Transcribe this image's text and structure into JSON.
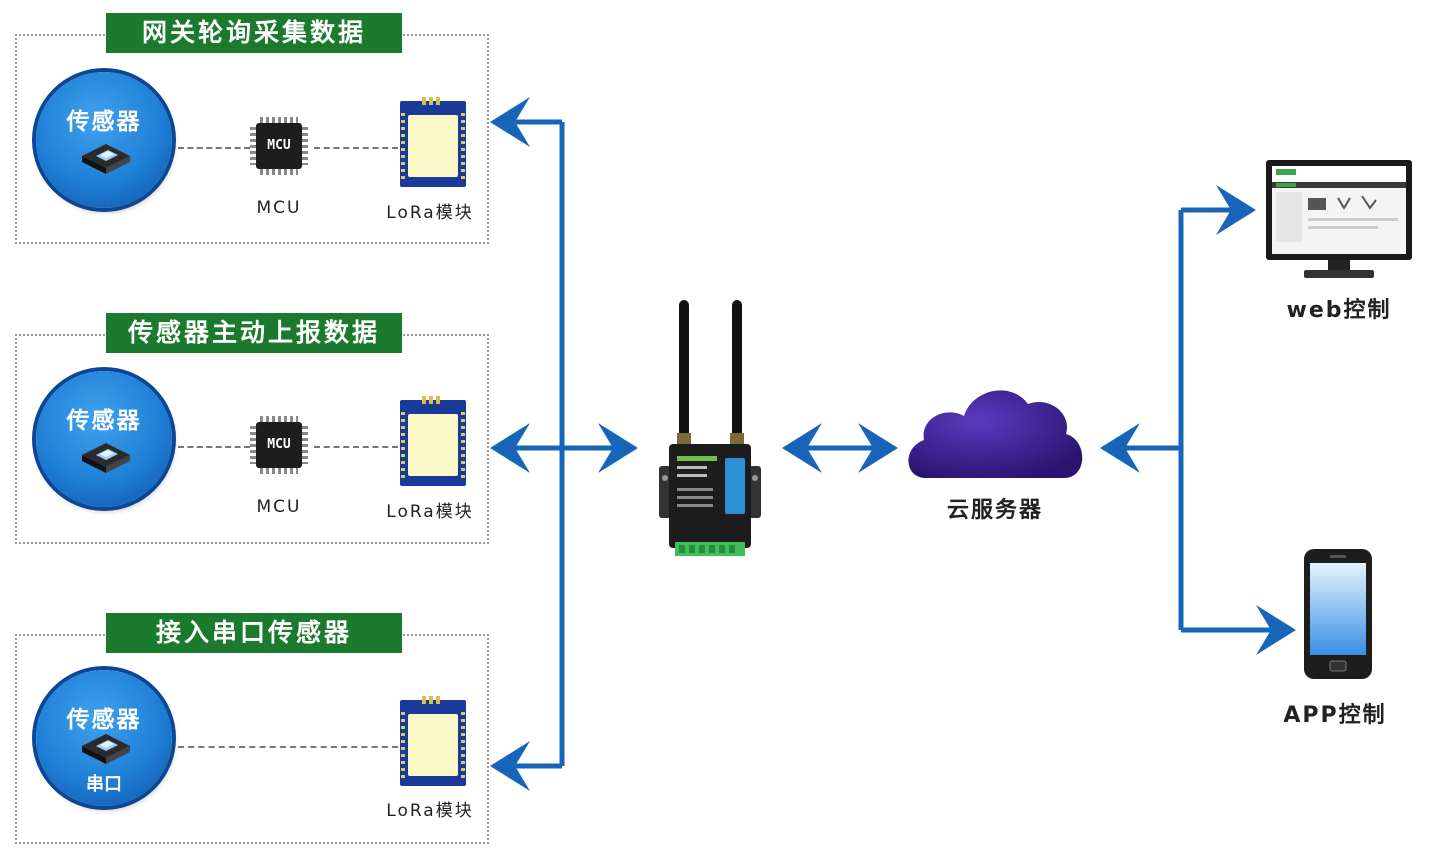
{
  "groups": [
    {
      "title": "网关轮询采集数据",
      "sensor_label": "传感器",
      "sensor_sub": "",
      "mcu_chip_text": "MCU",
      "mcu_label": "MCU",
      "lora_label": "LoRa模块"
    },
    {
      "title": "传感器主动上报数据",
      "sensor_label": "传感器",
      "sensor_sub": "",
      "mcu_chip_text": "MCU",
      "mcu_label": "MCU",
      "lora_label": "LoRa模块"
    },
    {
      "title": "接入串口传感器",
      "sensor_label": "传感器",
      "sensor_sub": "串口",
      "lora_label": "LoRa模块"
    }
  ],
  "cloud": {
    "label": "云服务器"
  },
  "clients": {
    "web": {
      "label": "web控制"
    },
    "app": {
      "label": "APP控制"
    }
  },
  "colors": {
    "arrow": "#1665b8",
    "group_title_bg": "#1b7a2e",
    "sensor_blue": "#1f7fd6",
    "cloud": "#3a1f8a",
    "lora_blue": "#1a3a9a"
  }
}
